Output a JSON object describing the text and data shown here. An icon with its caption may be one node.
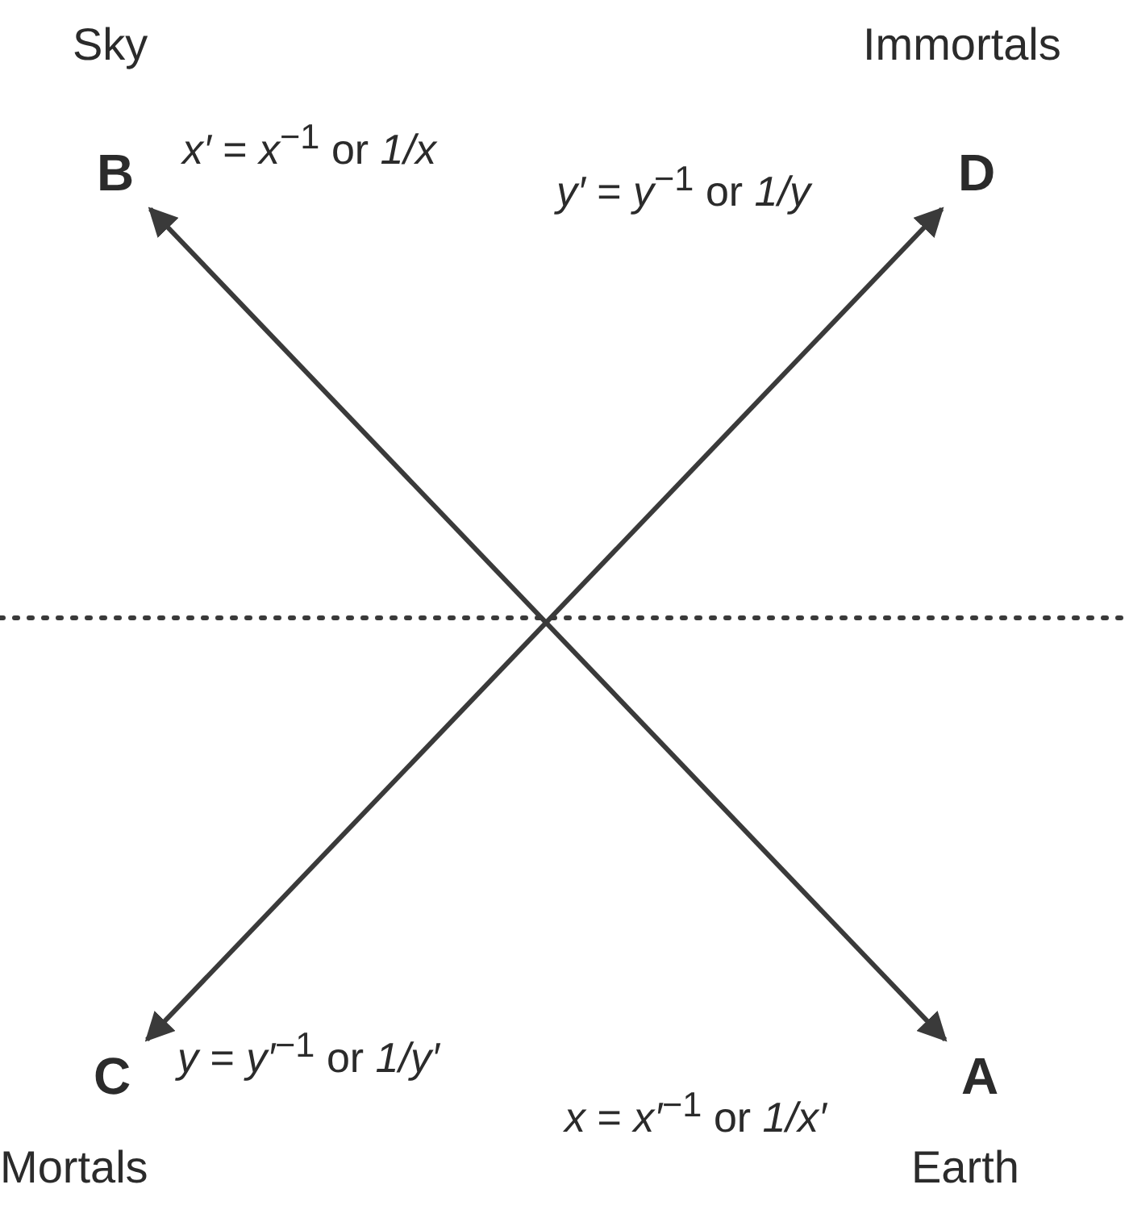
{
  "diagram": {
    "nodes": [
      {
        "text": [
          "B"
        ],
        "beside": [
          "Sky"
        ]
      },
      {
        "text": [
          "D"
        ],
        "beside": [
          "Immortals"
        ]
      },
      {
        "text": [
          "C"
        ],
        "beside": [
          "Mortals"
        ]
      },
      {
        "text": [
          "A"
        ],
        "beside": [
          "Earth"
        ]
      }
    ],
    "edges": [
      {
        "from": 0,
        "to": 3,
        "arrow": "both"
      },
      {
        "from": 2,
        "to": 1,
        "arrow": "both"
      }
    ],
    "labels": [
      "*x′* = *x*$^{−1}$ or *1/x*",
      "*y′* = *y*$^{−1}$ or *1/y*",
      "*y* = *y′*$^{−1}$ or *1/y′*",
      "*x* = *x′*$^{−1}$ or *1/x′*"
    ]
  }
}
